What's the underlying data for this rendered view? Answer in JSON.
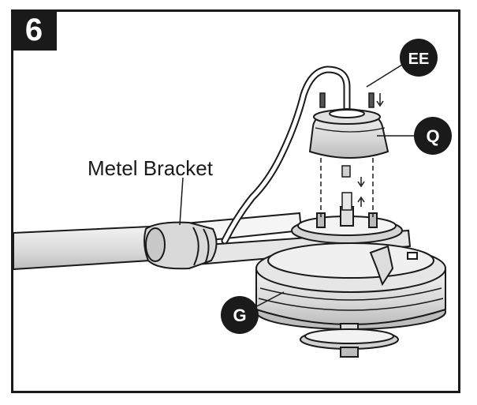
{
  "step": {
    "number": "6"
  },
  "labels": {
    "bracket": "Metel Bracket",
    "ee": "EE",
    "q": "Q",
    "g": "G"
  },
  "colors": {
    "ink": "#1a1a1a",
    "shade": "#cfcfcf",
    "light": "#ececec"
  }
}
